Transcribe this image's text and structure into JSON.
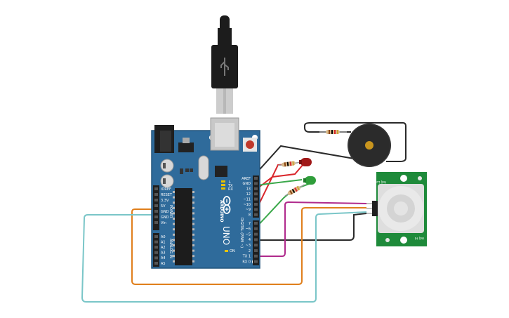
{
  "colors": {
    "background": "#ffffff",
    "board": "#2f6b9b",
    "board_edge": "#24557c",
    "header": "#1f1f1f",
    "pir_board": "#1e8a3a",
    "pir_dome": "#e9e9e9",
    "buzzer": "#2b2b2b",
    "buzzer_center": "#c9951e",
    "usb_plug": "#1c1c1c",
    "usb_metal": "#c8c8c8",
    "wire_black": "#2a2a2a",
    "wire_red": "#d9262b",
    "wire_green": "#3aa84a",
    "wire_magenta": "#b02a8c",
    "wire_orange": "#e07f1c",
    "wire_cyan": "#7ac6c8",
    "led_red": "#a01818",
    "led_green": "#2f9e3a"
  },
  "arduino": {
    "model": "UNO",
    "brand": "ARDUINO",
    "digital_header_label": "DIGITAL (PWM ~)",
    "power_header_label": "POWER",
    "analog_header_label": "ANALOG IN",
    "digital_pins": [
      "AREF",
      "GND",
      "13",
      "12",
      "~11",
      "~10",
      "~9",
      "8",
      "7",
      "~6",
      "~5",
      "4",
      "~3",
      "2",
      "TX 1",
      "RX 0"
    ],
    "power_pins": [
      "IOREF",
      "RESET",
      "3.3V",
      "5V",
      "GND",
      "GND",
      "Vin"
    ],
    "analog_pins": [
      "A0",
      "A1",
      "A2",
      "A3",
      "A4",
      "A5"
    ],
    "indicator_labels": [
      "L",
      "TX",
      "RX",
      "ON"
    ]
  },
  "pir_sensor": {
    "top_label": "Adj Lo",
    "bottom_label": "Adj Hi"
  },
  "components": [
    {
      "name": "resistor",
      "count": 3
    },
    {
      "name": "led",
      "colors": [
        "red",
        "green"
      ]
    },
    {
      "name": "piezo-buzzer"
    },
    {
      "name": "pir-motion-sensor"
    },
    {
      "name": "usb-cable"
    }
  ]
}
